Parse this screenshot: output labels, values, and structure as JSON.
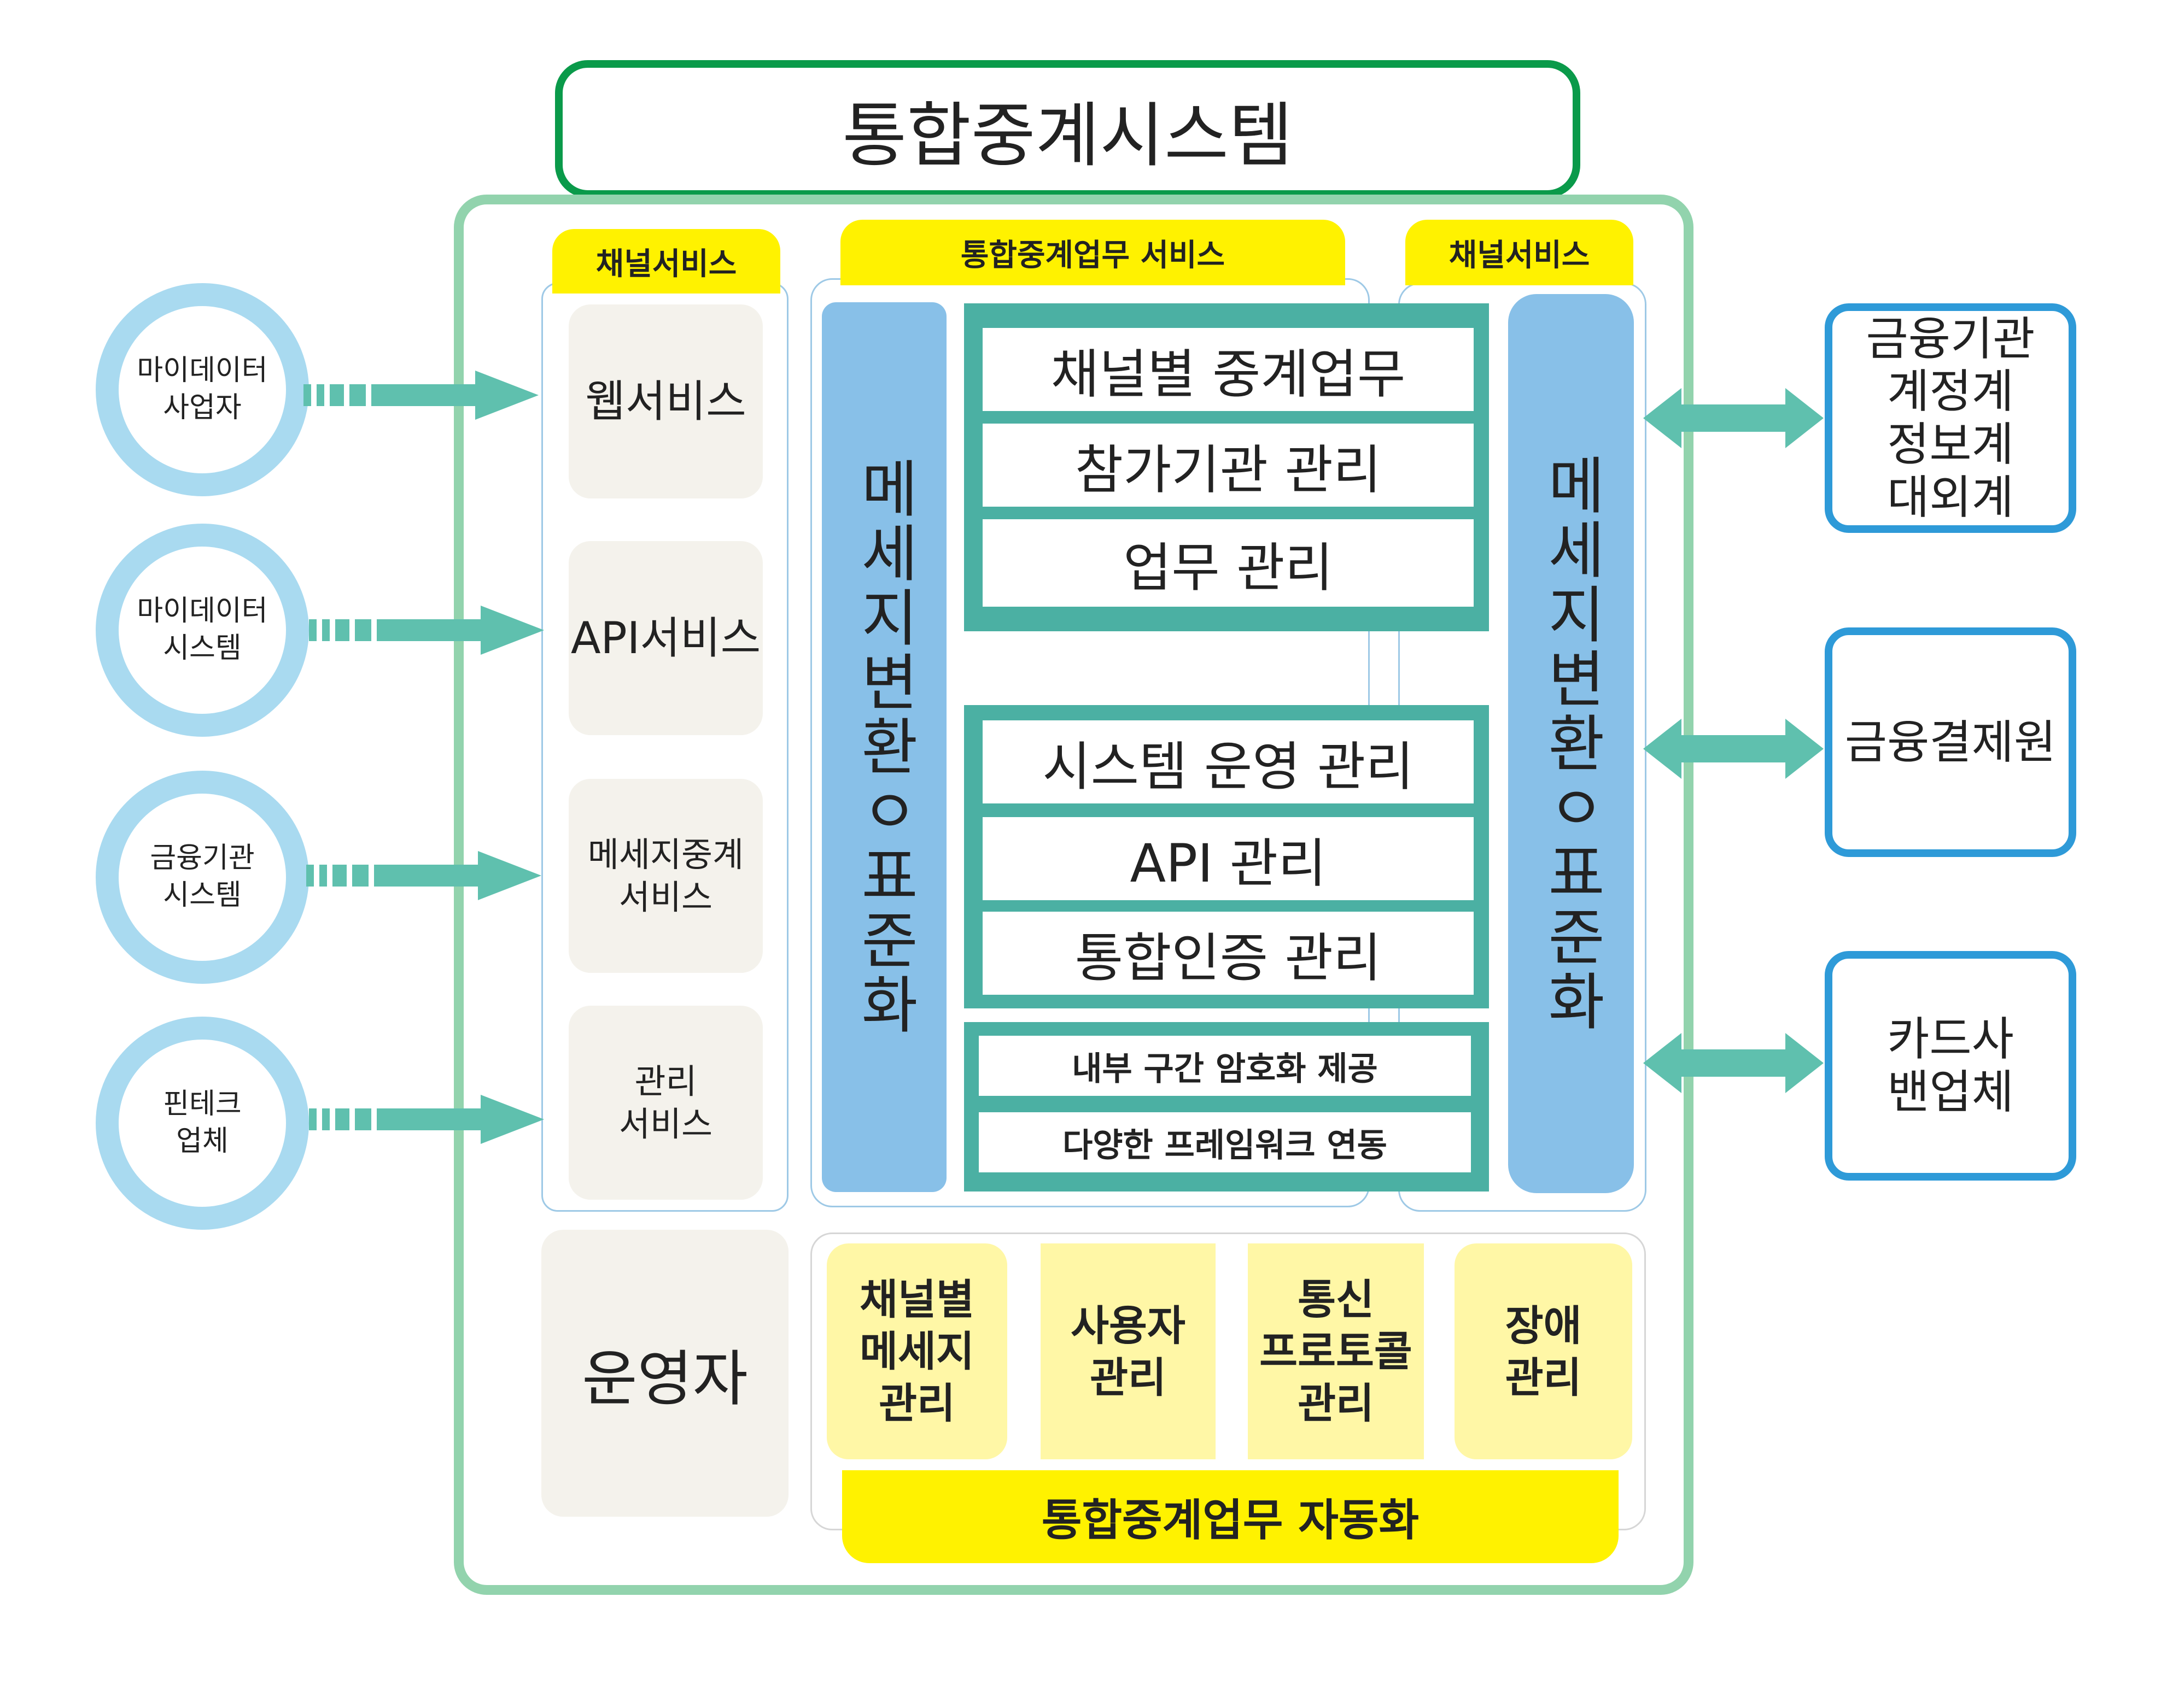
{
  "title": "통합중계시스템",
  "left_channel_header": "채널서비스",
  "center_header": "통합중계업무 서비스",
  "right_channel_header": "채널서비스",
  "external_clients": [
    {
      "label": "마이데이터\n사업자"
    },
    {
      "label": "마이데이터\n시스템"
    },
    {
      "label": "금융기관\n시스템"
    },
    {
      "label": "핀테크\n업체"
    }
  ],
  "channel_services": [
    {
      "label": "웹서비스"
    },
    {
      "label": "API서비스"
    },
    {
      "label": "메세지중계\n서비스"
    },
    {
      "label": "관리\n서비스"
    }
  ],
  "message_transform_left": "메세지변환ㅇ표준화",
  "message_transform_right": "메세지변환ㅇ표준화",
  "relay_group_1": [
    "채널별 중계업무",
    "참가기관 관리",
    "업무 관리"
  ],
  "relay_group_2": [
    "시스템 운영 관리",
    "API 관리",
    "통합인증 관리"
  ],
  "relay_group_3": [
    "내부 구간 암호화 제공",
    "다양한 프레임워크 연동"
  ],
  "operator_label": "운영자",
  "automation_items": [
    {
      "label": "채널별\n메세지\n관리"
    },
    {
      "label": "사용자\n관리"
    },
    {
      "label": "통신\n프로토콜\n관리"
    },
    {
      "label": "장애\n관리"
    }
  ],
  "automation_label": "통합중계업무 자동화",
  "external_systems": [
    {
      "label": "금융기관\n계정계\n정보계\n대외계"
    },
    {
      "label": "금융결제원"
    },
    {
      "label": "카드사\n밴업체"
    }
  ],
  "colors": {
    "title_border": "#0a9a4a",
    "outer_border": "#92d3ad",
    "ring": "#a9daf0",
    "arrow": "#5fc0ae",
    "teal": "#4bb0a3",
    "blue_bar": "#88c0e8",
    "yellow": "#fff200",
    "light_yellow": "#fff7a6",
    "grey_card": "#f4f2ec",
    "ext_border": "#2e9ad8"
  }
}
